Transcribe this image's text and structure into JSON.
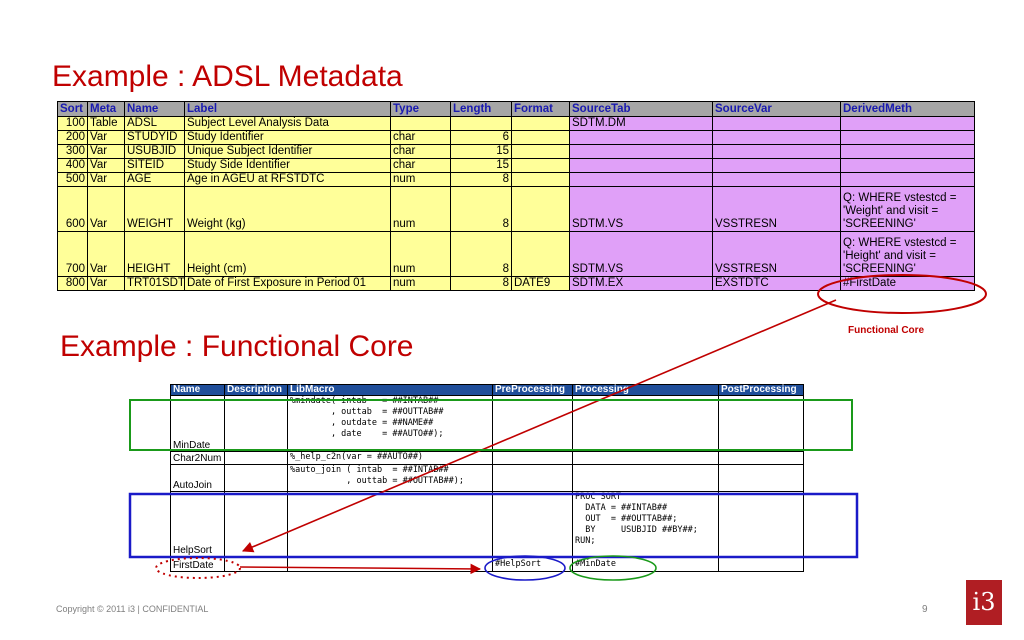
{
  "titles": {
    "adsl": "Example : ADSL Metadata",
    "core": "Example : Functional Core"
  },
  "adsl_table": {
    "headers": [
      "Sort",
      "Meta",
      "Name",
      "Label",
      "Type",
      "Length",
      "Format",
      "SourceTab",
      "SourceVar",
      "DerivedMeth"
    ],
    "rows": [
      [
        "100",
        "Table",
        "ADSL",
        "Subject Level Analysis Data",
        "",
        "",
        "",
        "SDTM.DM",
        "",
        ""
      ],
      [
        "200",
        "Var",
        "STUDYID",
        "Study Identifier",
        "char",
        "6",
        "",
        "",
        "",
        ""
      ],
      [
        "300",
        "Var",
        "USUBJID",
        "Unique Subject Identifier",
        "char",
        "15",
        "",
        "",
        "",
        ""
      ],
      [
        "400",
        "Var",
        "SITEID",
        "Study Side Identifier",
        "char",
        "15",
        "",
        "",
        "",
        ""
      ],
      [
        "500",
        "Var",
        "AGE",
        "Age in AGEU at RFSTDTC",
        "num",
        "8",
        "",
        "",
        "",
        ""
      ],
      [
        "600",
        "Var",
        "WEIGHT",
        "Weight (kg)",
        "num",
        "8",
        "",
        "SDTM.VS",
        "VSSTRESN",
        "Q: WHERE vstestcd = 'Weight' and visit = 'SCREENING'"
      ],
      [
        "700",
        "Var",
        "HEIGHT",
        "Height (cm)",
        "num",
        "8",
        "",
        "SDTM.VS",
        "VSSTRESN",
        "Q: WHERE vstestcd = 'Height' and visit = 'SCREENING'"
      ],
      [
        "800",
        "Var",
        "TRT01SDT",
        "Date of First Exposure in Period 01",
        "num",
        "8",
        "DATE9",
        "SDTM.EX",
        "EXSTDTC",
        "#FirstDate"
      ]
    ]
  },
  "functional_core_label": "Functional Core",
  "core_table": {
    "headers": [
      "Name",
      "Description",
      "LibMacro",
      "PreProcessing",
      "Processing",
      "PostProcessing"
    ],
    "rows": [
      {
        "name": "MinDate",
        "description": "",
        "libmacro": "%mindate( intab   = ##INTAB##\n        , outtab  = ##OUTTAB##\n        , outdate = ##NAME##\n        , date    = ##AUTO##);",
        "pre": "",
        "proc": "",
        "post": ""
      },
      {
        "name": "Char2Num",
        "description": "",
        "libmacro": "%_help_c2n(var = ##AUTO##)",
        "pre": "",
        "proc": "",
        "post": ""
      },
      {
        "name": "AutoJoin",
        "description": "",
        "libmacro": "%auto_join ( intab  = ##INTAB##\n           , outtab = ##OUTTAB##);",
        "pre": "",
        "proc": "",
        "post": ""
      },
      {
        "name": "HelpSort",
        "description": "",
        "libmacro": "",
        "pre": "",
        "proc": "PROC SORT\n  DATA = ##INTAB##\n  OUT  = ##OUTTAB##;\n  BY     USUBJID ##BY##;\nRUN;",
        "post": ""
      },
      {
        "name": "FirstDate",
        "description": "",
        "libmacro": "",
        "pre": "#HelpSort",
        "proc": "#MinDate",
        "post": ""
      }
    ]
  },
  "footer": {
    "copyright": "Copyright © 2011 i3 | CONFIDENTIAL",
    "page": "9",
    "logo": "i3"
  },
  "colors": {
    "title": "#c00000",
    "yellow_cell": "#ffff99",
    "purple_cell": "#e0a0f8",
    "header_gray": "#a6a6a6",
    "core_header": "#1f4e9a",
    "highlight_green": "#1a9a1a",
    "highlight_blue": "#1a1ac8",
    "arrow_red": "#c00000"
  }
}
